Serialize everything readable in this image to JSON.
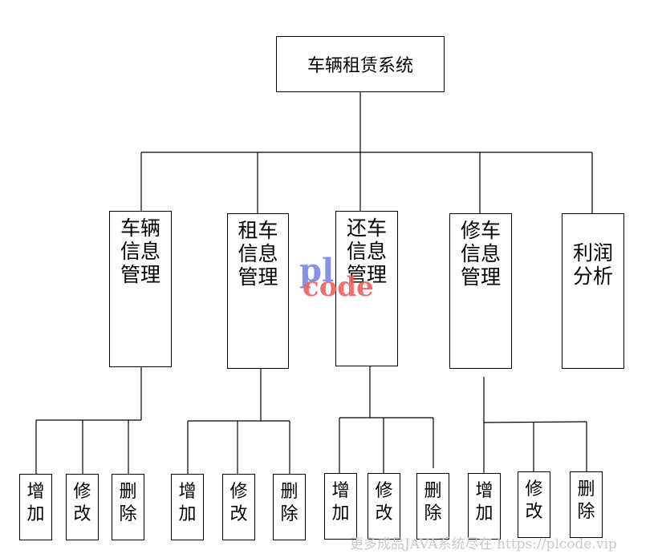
{
  "root": {
    "label": "车辆租赁系统"
  },
  "modules": [
    {
      "label": "车辆信息管理",
      "children": [
        "增加",
        "修改",
        "删除"
      ]
    },
    {
      "label": "租车信息管理",
      "children": [
        "增加",
        "修改",
        "删除"
      ]
    },
    {
      "label": "还车信息管理",
      "children": [
        "增加",
        "修改",
        "删除"
      ]
    },
    {
      "label": "修车信息管理",
      "children": [
        "增加",
        "修改",
        "删除"
      ]
    },
    {
      "label": "利润分析",
      "children": []
    }
  ],
  "watermark": {
    "top": "pl",
    "bottom": "code"
  },
  "footer": "更多成品JAVA系统尽在 https://plcode.vip"
}
